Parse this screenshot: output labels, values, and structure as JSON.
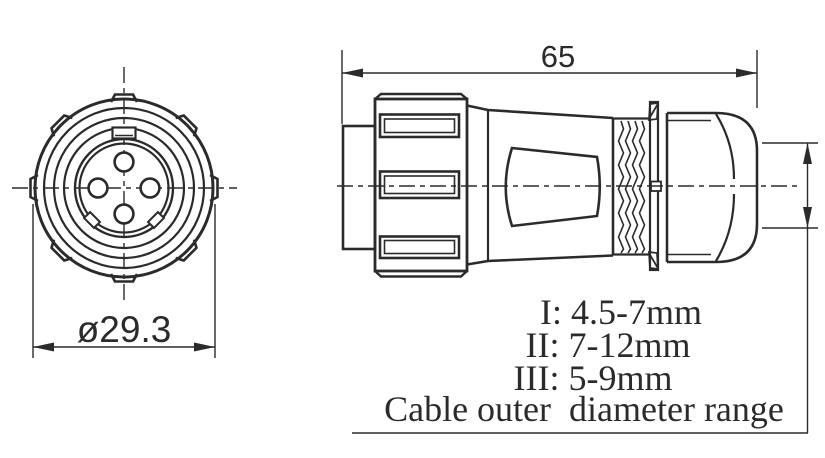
{
  "drawing": {
    "front_view": {
      "diameter_label": "ø29.3",
      "pin_count": 4
    },
    "side_view": {
      "length_label": "65"
    },
    "cable_note": {
      "line_1": "I: 4.5-7mm",
      "line_2": "II: 7-12mm",
      "line_3": "III: 5-9mm",
      "caption": "Cable outer  diameter range"
    },
    "colors": {
      "line": "#2b2b2b",
      "background": "#ffffff"
    }
  }
}
